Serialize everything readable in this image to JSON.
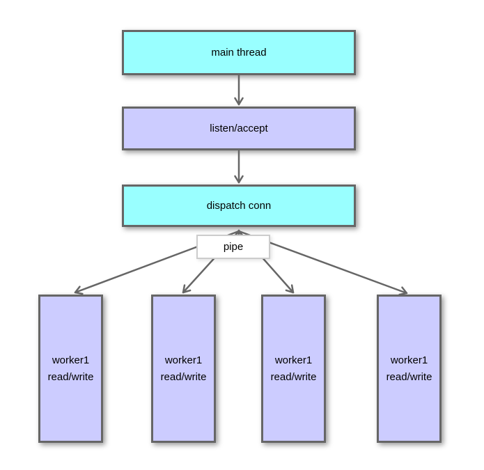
{
  "diagram": {
    "nodes": {
      "main_thread": {
        "label": "main thread",
        "fill": "cyan"
      },
      "listen_accept": {
        "label": "listen/accept",
        "fill": "lavender"
      },
      "dispatch_conn": {
        "label": "dispatch conn",
        "fill": "cyan"
      },
      "pipe": {
        "label": "pipe",
        "fill": "white"
      }
    },
    "workers": [
      {
        "line1": "worker1",
        "line2": "read/write",
        "fill": "lavender"
      },
      {
        "line1": "worker1",
        "line2": "read/write",
        "fill": "lavender"
      },
      {
        "line1": "worker1",
        "line2": "read/write",
        "fill": "lavender"
      },
      {
        "line1": "worker1",
        "line2": "read/write",
        "fill": "lavender"
      }
    ],
    "edges": [
      {
        "from": "main thread",
        "to": "listen/accept",
        "style": "arrow-down"
      },
      {
        "from": "listen/accept",
        "to": "dispatch conn",
        "style": "arrow-down"
      },
      {
        "from": "dispatch conn",
        "to": "worker 1",
        "via": "pipe",
        "style": "double-headed"
      },
      {
        "from": "dispatch conn",
        "to": "worker 2",
        "via": "pipe",
        "style": "double-headed"
      },
      {
        "from": "dispatch conn",
        "to": "worker 3",
        "via": "pipe",
        "style": "double-headed"
      },
      {
        "from": "dispatch conn",
        "to": "worker 4",
        "via": "pipe",
        "style": "double-headed"
      }
    ]
  },
  "colors": {
    "cyan": "#99ffff",
    "lavender": "#ccccff",
    "border": "#666666",
    "arrow": "#666666",
    "text": "#000000",
    "pipe_border": "#cccccc",
    "background": "#ffffff"
  }
}
